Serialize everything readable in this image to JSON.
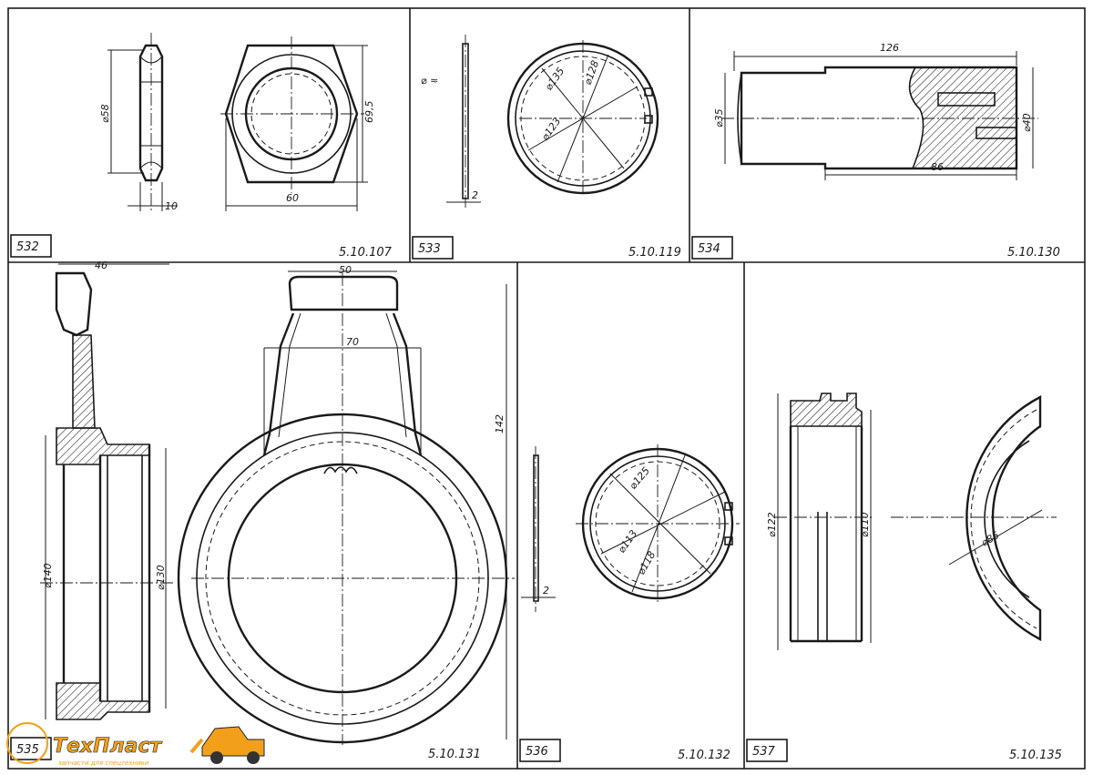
{
  "cells": [
    {
      "num": "532",
      "code": "5.10.107",
      "dims": [
        "⌀58",
        "10",
        "60",
        "69,5"
      ]
    },
    {
      "num": "533",
      "code": "5.10.119",
      "dims": [
        "⌀135",
        "⌀128",
        "⌀123",
        "2"
      ]
    },
    {
      "num": "534",
      "code": "5.10.130",
      "dims": [
        "126",
        "⌀35",
        "⌀40",
        "86"
      ]
    },
    {
      "num": "535",
      "code": "5.10.131",
      "dims": [
        "46",
        "50",
        "70",
        "142",
        "⌀140",
        "⌀130"
      ]
    },
    {
      "num": "536",
      "code": "5.10.132",
      "dims": [
        "⌀125",
        "⌀113",
        "⌀118",
        "2"
      ]
    },
    {
      "num": "537",
      "code": "5.10.135",
      "dims": [
        "⌀122",
        "⌀110",
        "⌀85"
      ]
    }
  ],
  "logo": {
    "brand_prefix": "Тех",
    "brand_suffix": "Пласт",
    "tagline": "запчасти для спецтехники",
    "colors": {
      "brand": "#f2a01c",
      "outline": "#222222"
    }
  }
}
